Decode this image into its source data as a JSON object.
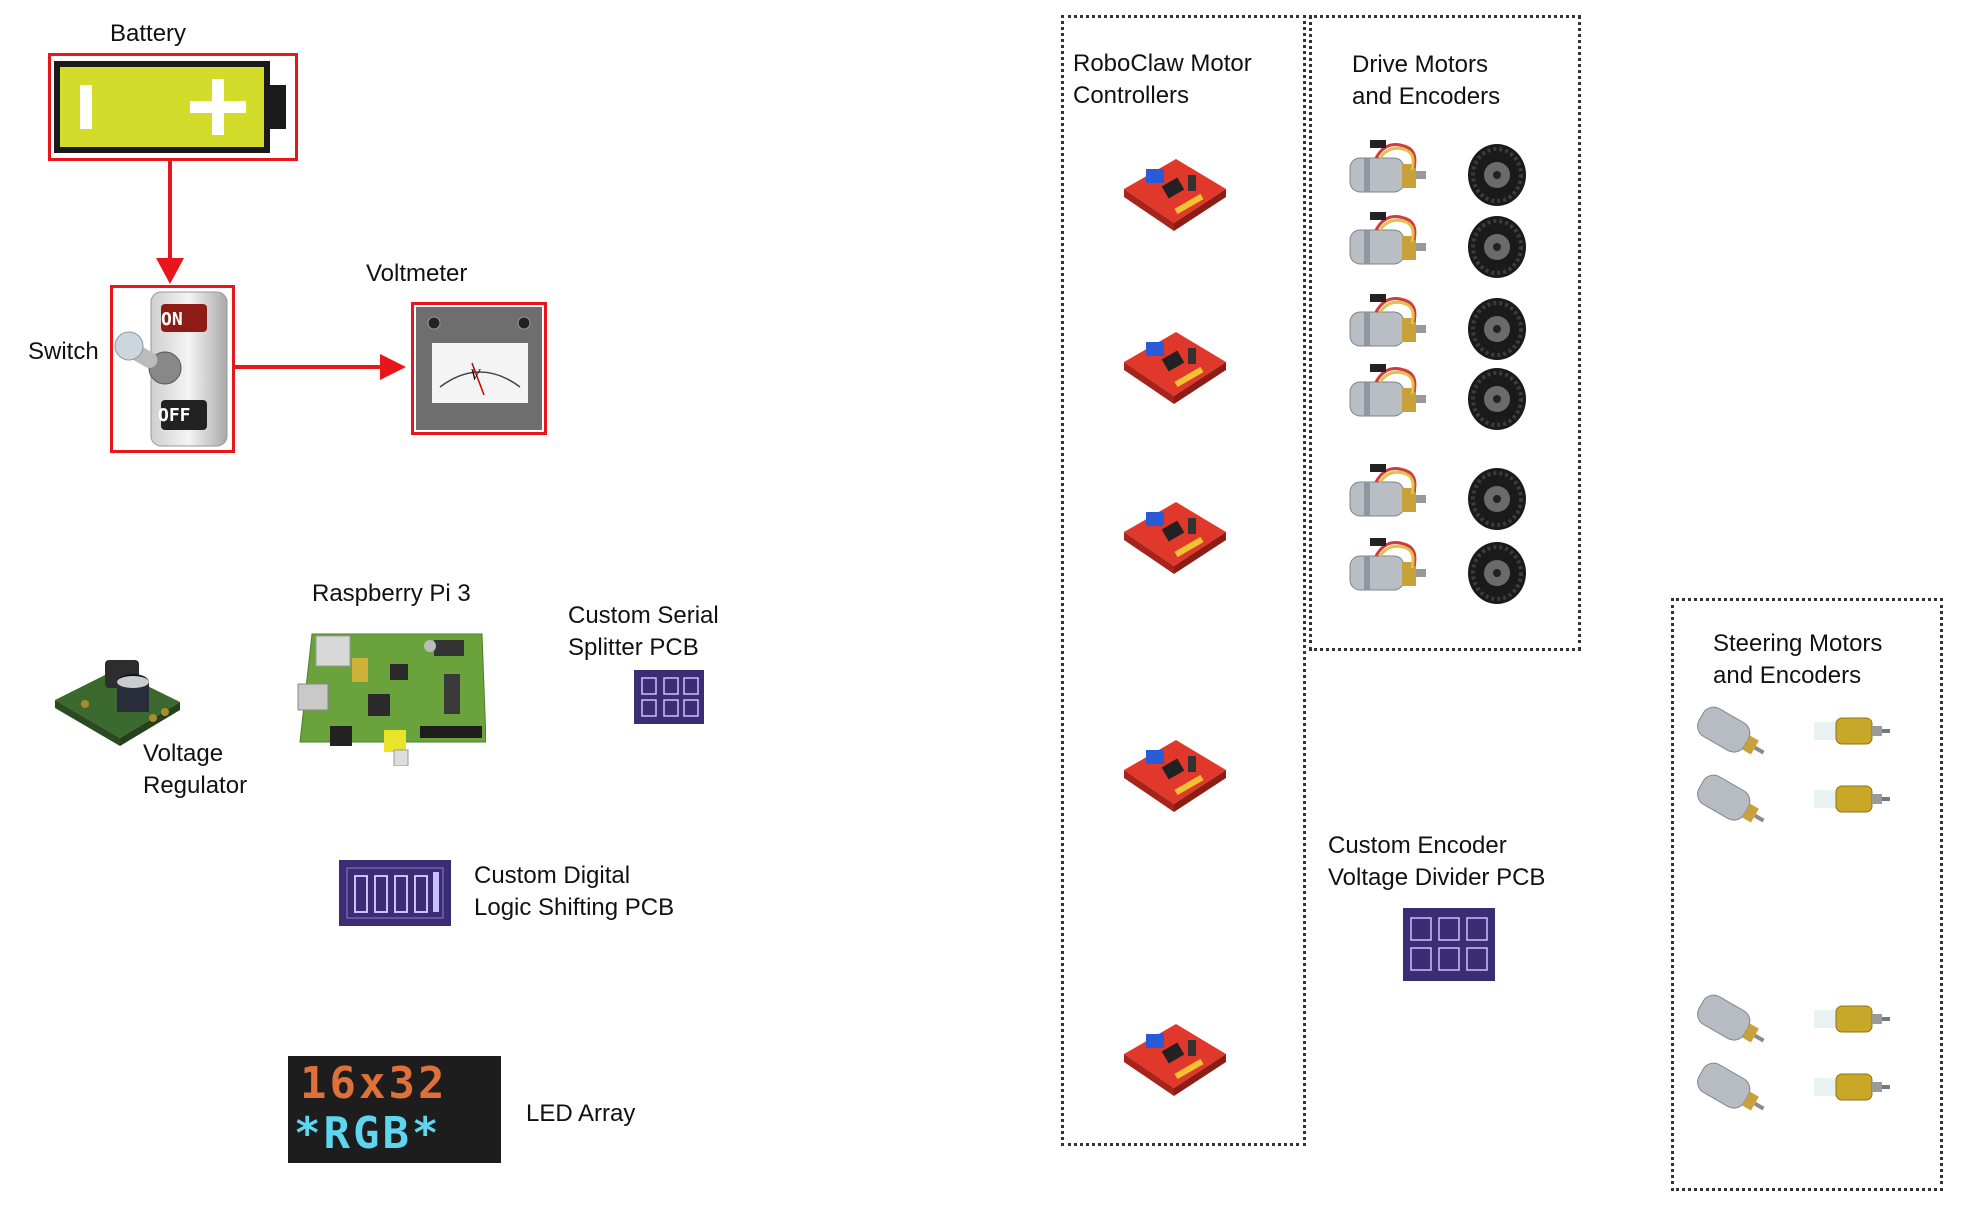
{
  "labels": {
    "battery": "Battery",
    "switch": "Switch",
    "voltmeter": "Voltmeter",
    "raspberry_pi": "Raspberry Pi 3",
    "custom_serial_1": "Custom Serial",
    "custom_serial_2": "Splitter PCB",
    "voltage_reg_1": "Voltage",
    "voltage_reg_2": "Regulator",
    "custom_digital_1": "Custom Digital",
    "custom_digital_2": "Logic Shifting PCB",
    "led_array": "LED Array",
    "roboclaw_1": "RoboClaw Motor",
    "roboclaw_2": "Controllers",
    "drive_1": "Drive Motors",
    "drive_2": "and Encoders",
    "encoder_div_1": "Custom Encoder",
    "encoder_div_2": "Voltage Divider PCB",
    "steering_1": "Steering Motors",
    "steering_2": "and Encoders"
  },
  "switch_text": {
    "on": "ON",
    "off": "OFF"
  },
  "voltmeter_text": {
    "unit": "V"
  },
  "led_text": {
    "line1": "16x32",
    "line2": "*RGB*"
  },
  "colors": {
    "connection_red": "#e8161b",
    "battery_fill": "#d4dc2b",
    "pcb_red": "#e0392c",
    "pcb_purple": "#3a2d74",
    "rpi_green": "#6aa33b",
    "led_background": "#1d1d1d"
  },
  "counts": {
    "roboclaw_boards": 5,
    "drive_motor_pairs": 6,
    "steering_motor_pairs": 4
  }
}
